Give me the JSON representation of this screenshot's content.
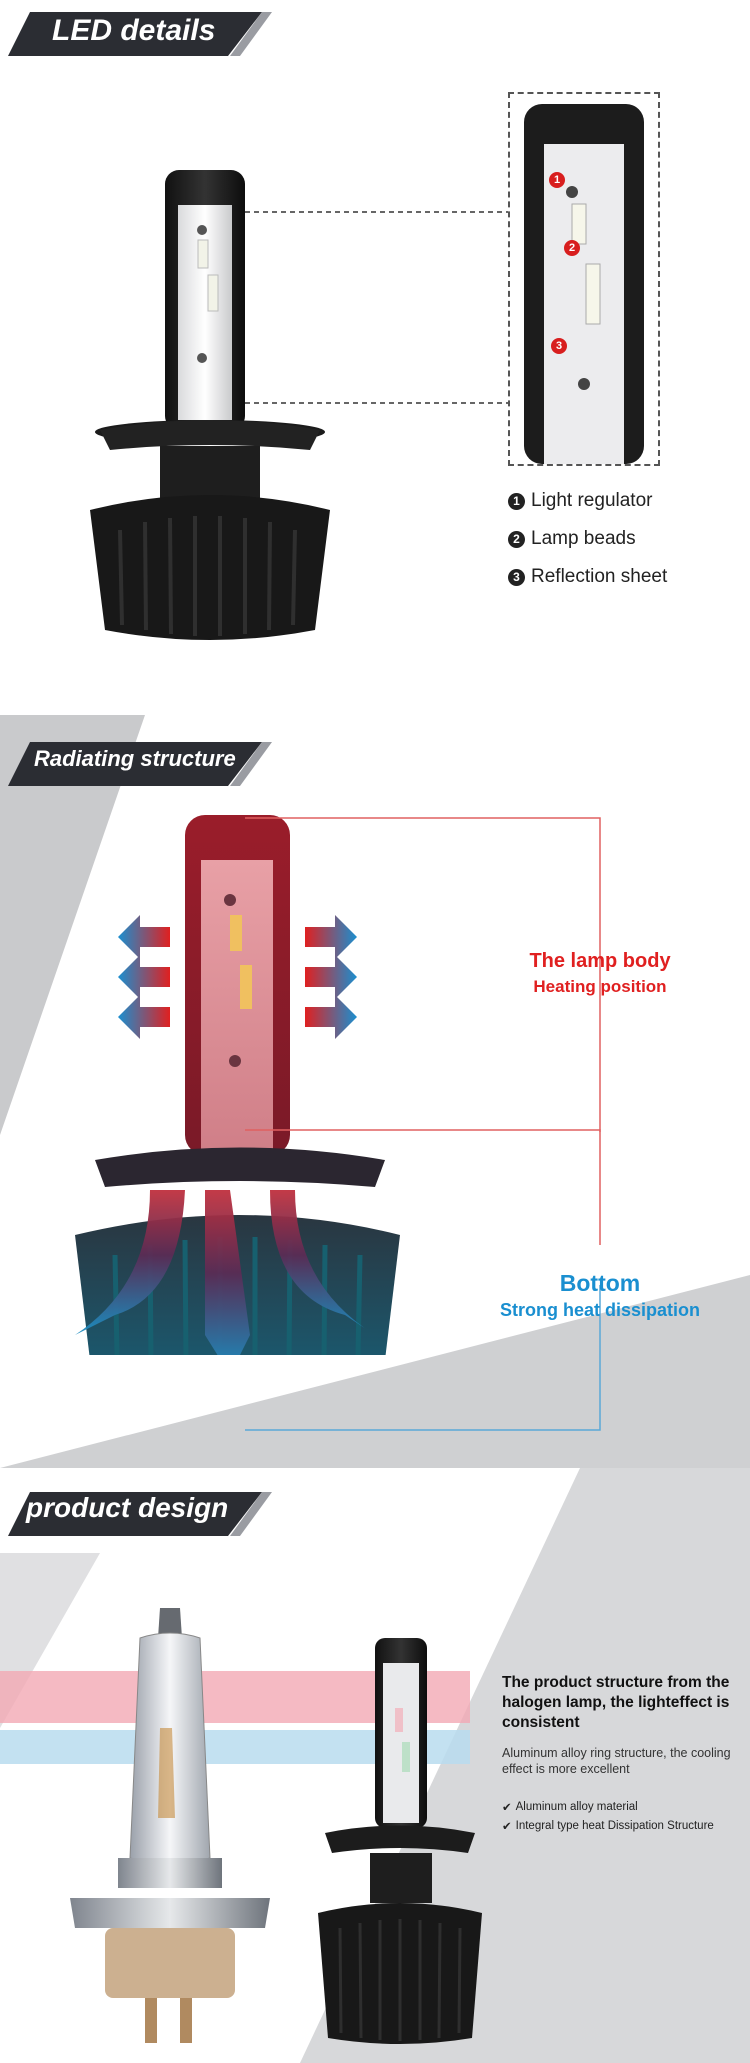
{
  "led_details": {
    "banner_title": "LED  details",
    "callouts": [
      {
        "num": "1",
        "label": "Light regulator"
      },
      {
        "num": "2",
        "label": "Lamp beads"
      },
      {
        "num": "3",
        "label": "Reflection sheet"
      }
    ],
    "marker_numbers": [
      "1",
      "2",
      "3"
    ]
  },
  "radiating": {
    "banner_title": "Radiating structure",
    "lamp_body_title": "The lamp body",
    "lamp_body_sub": "Heating position",
    "bottom_title": "Bottom",
    "bottom_sub": "Strong heat dissipation"
  },
  "product_design": {
    "banner_title": "product design",
    "headline": "The product structure from the halogen lamp, the lighteffect is consistent",
    "description": "Aluminum alloy ring structure, the cooling effect is more excellent",
    "features": [
      {
        "check": "✔",
        "label": "Aluminum alloy material"
      },
      {
        "check": "✔",
        "label": "Integral type heat Dissipation Structure"
      }
    ]
  },
  "colors": {
    "banner_dark": "#2b2d33",
    "heat_red": "#e02020",
    "cool_blue": "#1a8fd0"
  }
}
